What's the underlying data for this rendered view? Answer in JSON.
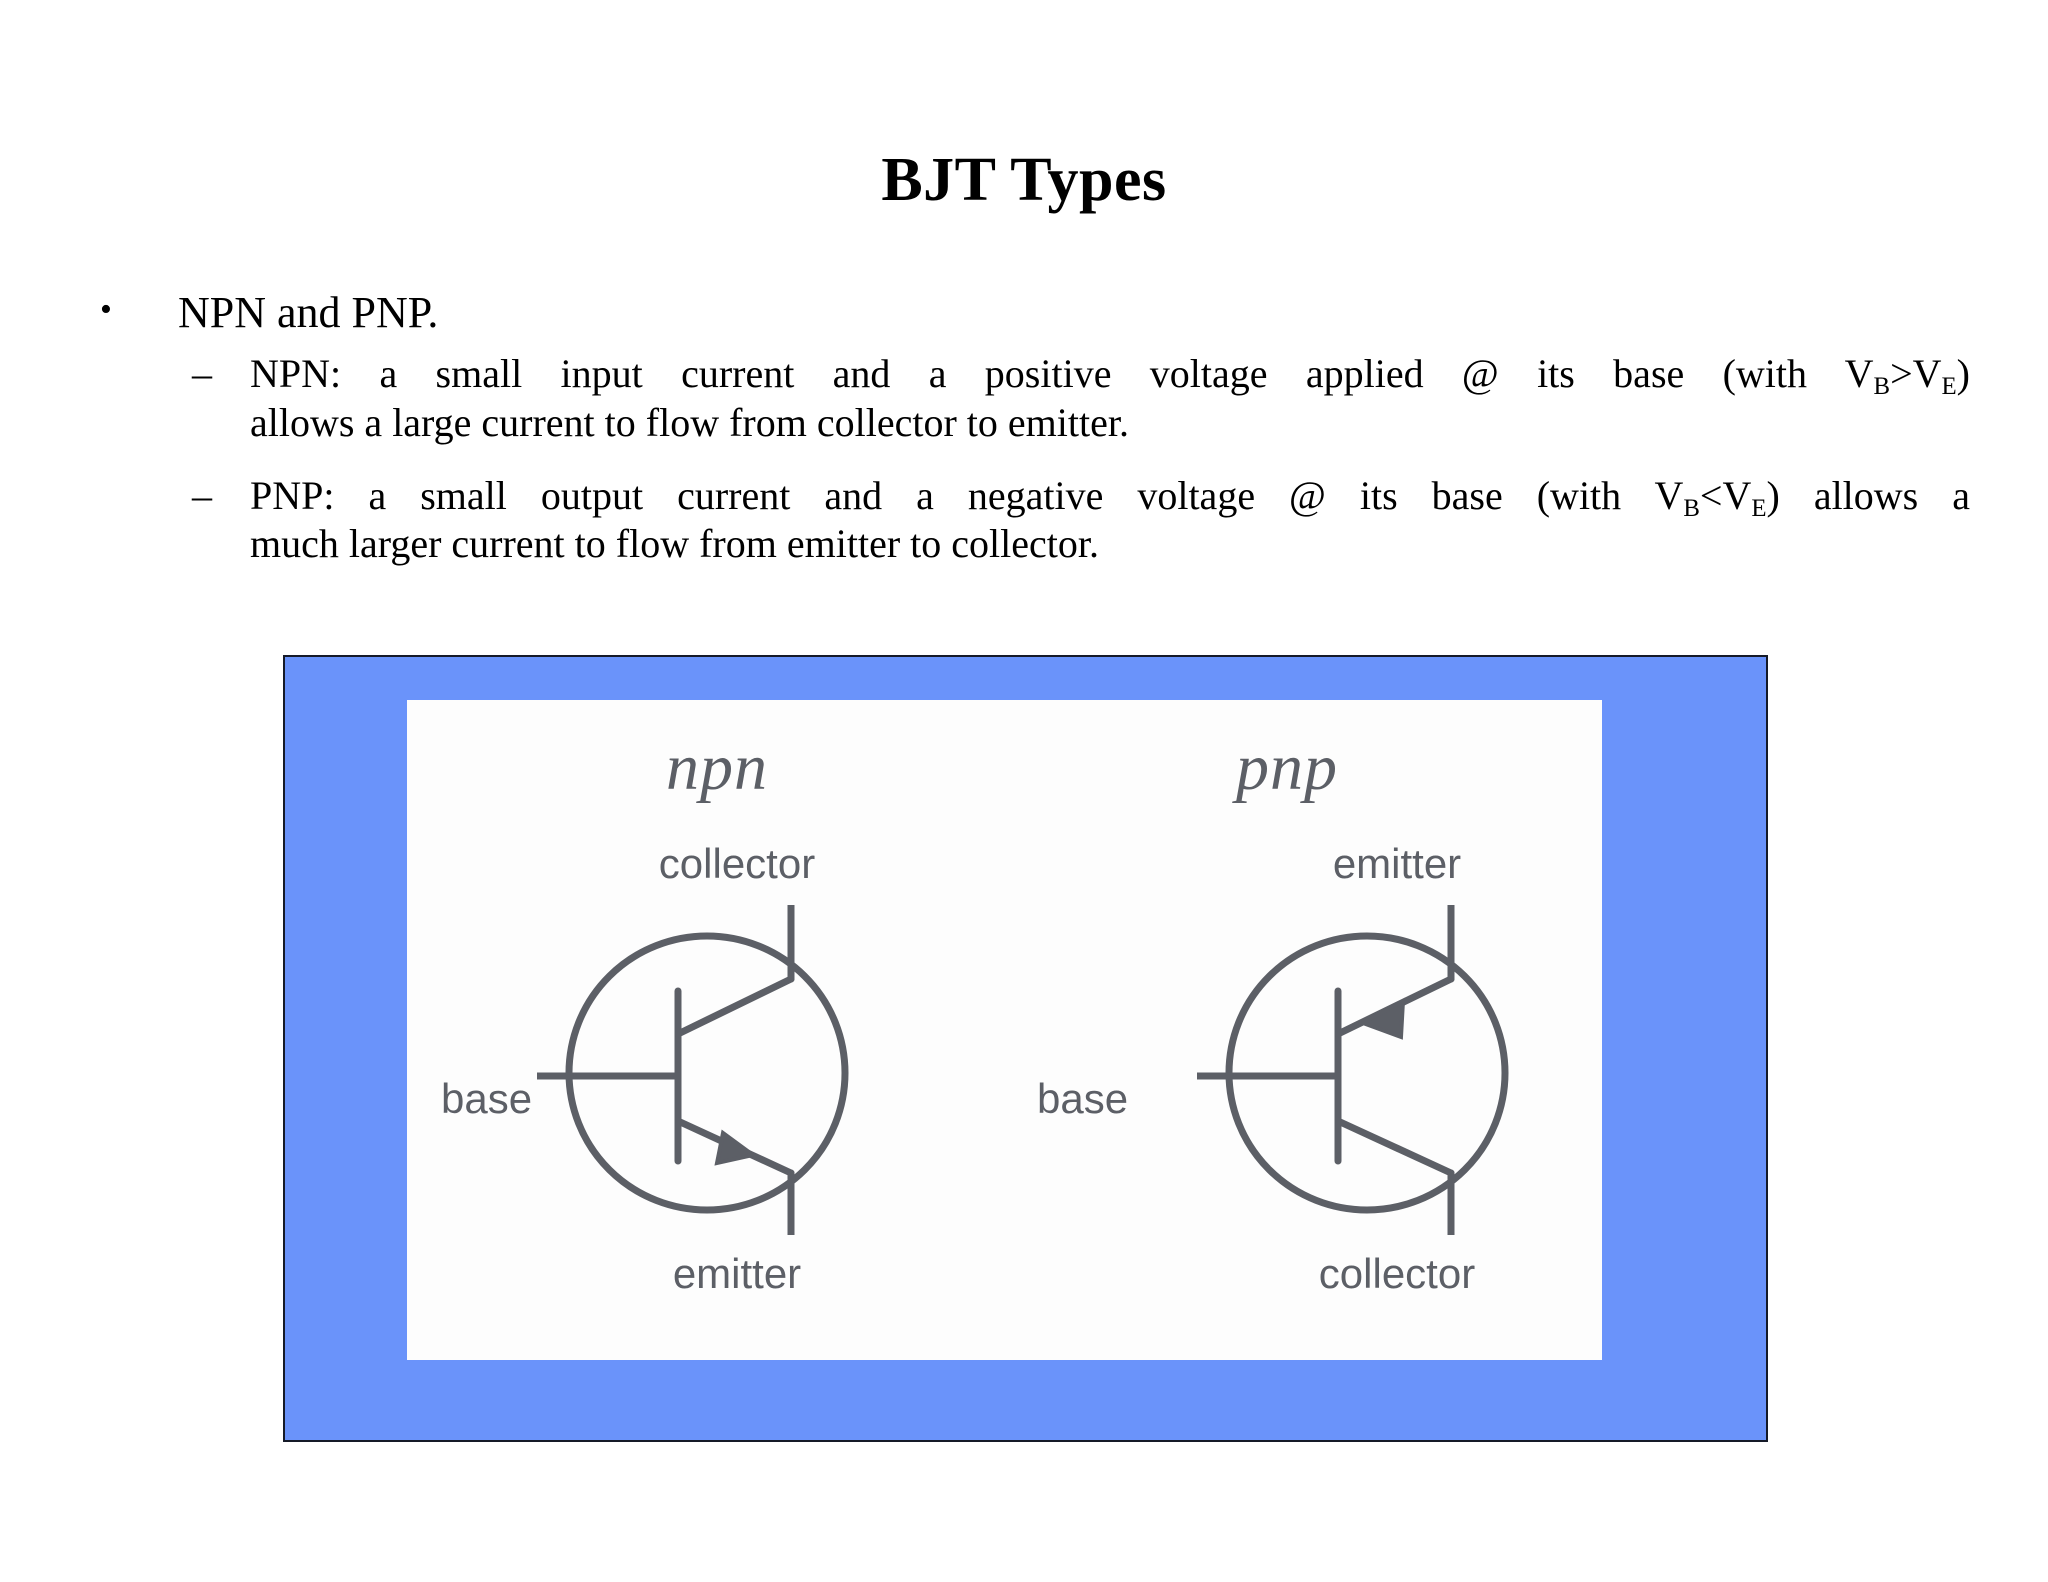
{
  "slide": {
    "title": "BJT Types",
    "bullets": [
      {
        "marker": "•",
        "text": "NPN and PNP."
      }
    ],
    "sub_bullets": [
      {
        "marker": "–",
        "line1_a": "NPN: a small input current and a positive voltage applied @ its base (with V",
        "line1_sub1": "B",
        "line1_b": ">V",
        "line1_sub2": "E",
        "line1_c": ")",
        "line2": "allows a large current to flow from collector to emitter."
      },
      {
        "marker": "–",
        "line1_a": "PNP: a small output current and a negative voltage @ its base (with V",
        "line1_sub1": "B",
        "line1_b": "<V",
        "line1_sub2": "E",
        "line1_c": ") allows a",
        "line2": "much larger current to flow from emitter to collector."
      }
    ]
  },
  "figure": {
    "frame_color": "#6a93fa",
    "panel_color": "#fdfdfd",
    "ink_color": "#5c5f66",
    "npn": {
      "type_label": "npn",
      "top_terminal": "collector",
      "side_terminal": "base",
      "bottom_terminal": "emitter"
    },
    "pnp": {
      "type_label": "pnp",
      "top_terminal": "emitter",
      "side_terminal": "base",
      "bottom_terminal": "collector"
    }
  }
}
